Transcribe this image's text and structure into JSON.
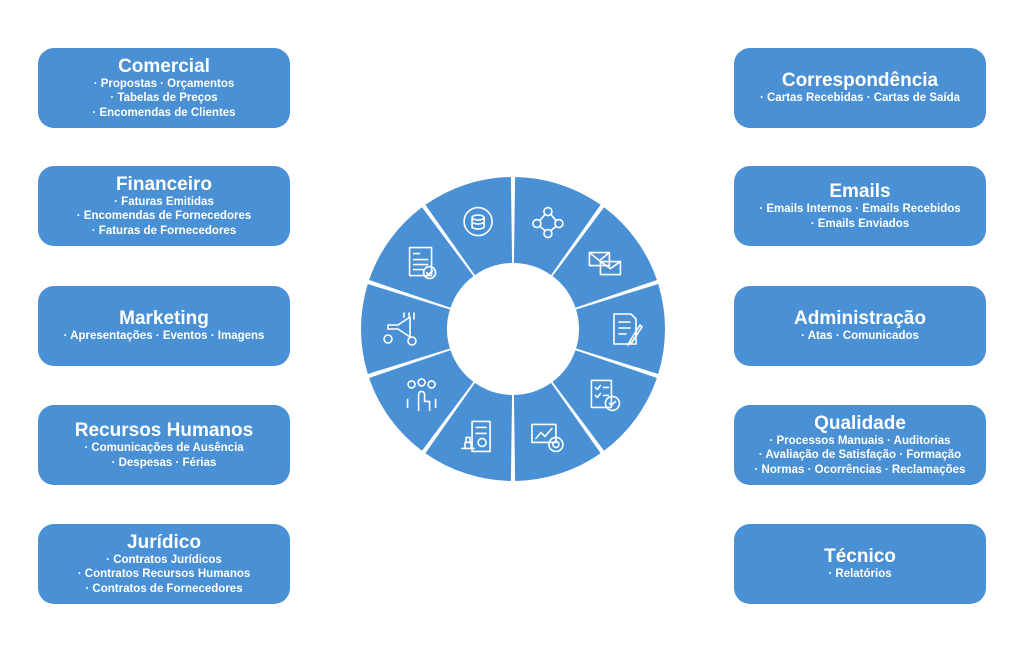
{
  "colors": {
    "card": "#4a90d4",
    "wheel": "#4a90d4",
    "text": "#ffffff"
  },
  "left_cards": [
    {
      "id": "comercial",
      "title": "Comercial",
      "lines": [
        "· Propostas · Orçamentos",
        "· Tabelas de Preços",
        "· Encomendas de Clientes"
      ]
    },
    {
      "id": "financeiro",
      "title": "Financeiro",
      "lines": [
        "· Faturas Emitidas",
        "· Encomendas de Fornecedores",
        "· Faturas de Fornecedores"
      ]
    },
    {
      "id": "marketing",
      "title": "Marketing",
      "lines": [
        "· Apresentações · Eventos · Imagens"
      ]
    },
    {
      "id": "recursos-humanos",
      "title": "Recursos Humanos",
      "lines": [
        "· Comunicações de Ausência",
        "· Despesas · Férias"
      ]
    },
    {
      "id": "juridico",
      "title": "Jurídico",
      "lines": [
        "· Contratos Jurídicos",
        "· Contratos Recursos Humanos",
        "· Contratos de Fornecedores"
      ]
    }
  ],
  "right_cards": [
    {
      "id": "correspondencia",
      "title": "Correspondência",
      "lines": [
        "· Cartas Recebidas · Cartas de Saída"
      ]
    },
    {
      "id": "emails",
      "title": "Emails",
      "lines": [
        "· Emails Internos · Emails Recebidos",
        "· Emails Enviados"
      ]
    },
    {
      "id": "administracao",
      "title": "Administração",
      "lines": [
        "· Atas · Comunicados"
      ]
    },
    {
      "id": "qualidade",
      "title": "Qualidade",
      "lines": [
        "· Processos Manuais · Auditorias",
        "· Avaliação de Satisfação · Formação",
        "· Normas · Ocorrências · Reclamações"
      ]
    },
    {
      "id": "tecnico",
      "title": "Técnico",
      "lines": [
        "· Relatórios"
      ]
    }
  ],
  "wheel_segments": [
    {
      "name": "organization-network-icon"
    },
    {
      "name": "email-exchange-icon"
    },
    {
      "name": "document-edit-icon"
    },
    {
      "name": "quality-checklist-icon"
    },
    {
      "name": "technical-report-icon"
    },
    {
      "name": "legal-contract-stamp-icon"
    },
    {
      "name": "human-resources-icon"
    },
    {
      "name": "marketing-megaphone-icon"
    },
    {
      "name": "invoice-euro-icon"
    },
    {
      "name": "finance-coins-icon"
    }
  ]
}
